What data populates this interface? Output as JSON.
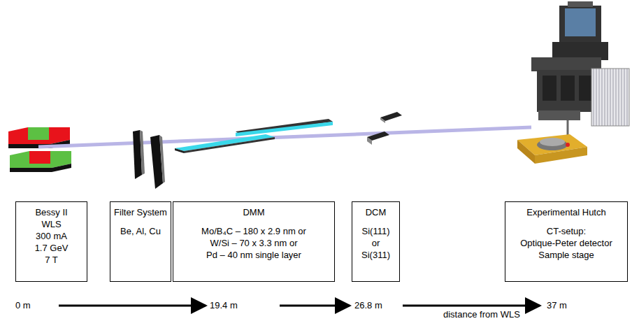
{
  "diagram": {
    "nodes": [
      {
        "text": [
          "Bessy II",
          "WLS",
          "300 mA",
          "1.7 GeV",
          "7 T"
        ]
      },
      {
        "text": [
          "Filter System",
          "Be, Al, Cu"
        ]
      },
      {
        "text": [
          "DMM",
          "Mo/B₄C – 180 x 2.9 nm or",
          "W/Si – 70 x 3.3 nm or",
          "Pd – 40 nm single layer"
        ]
      },
      {
        "text": [
          "DCM",
          "Si(111)",
          "or",
          "Si(311)"
        ]
      },
      {
        "text": [
          "Experimental Hutch",
          "CT-setup:",
          "Optique-Peter detector",
          "Sample stage"
        ]
      }
    ],
    "labels": [
      "0 m",
      "19.4 m",
      "26.8 m",
      "37 m",
      "distance from WLS"
    ]
  }
}
